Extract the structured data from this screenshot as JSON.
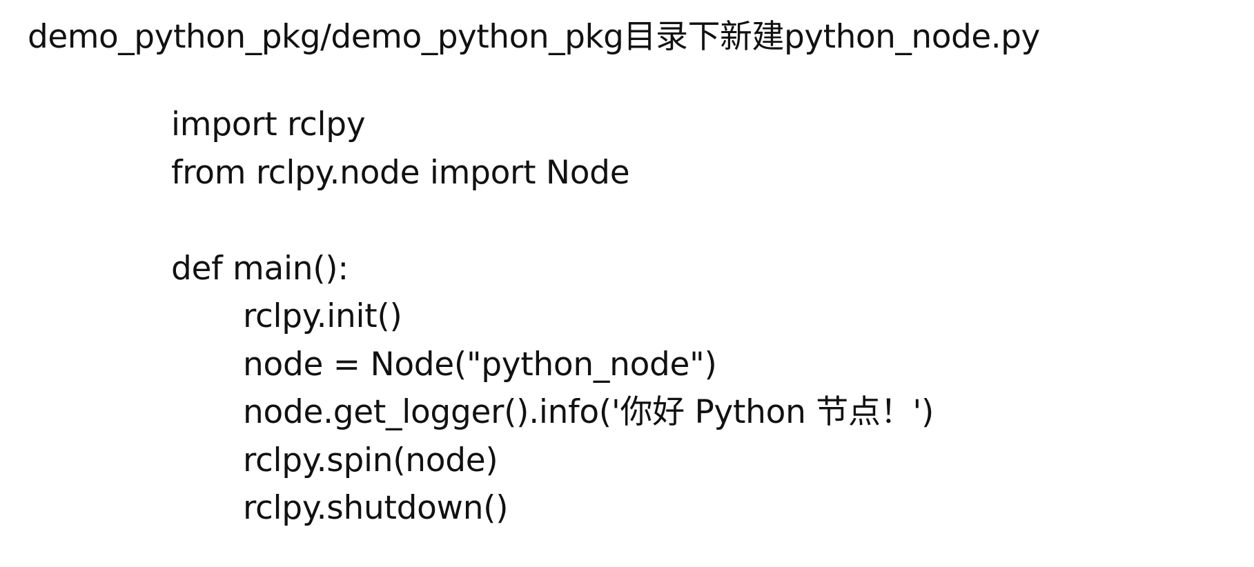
{
  "document": {
    "heading": "demo_python_pkg/demo_python_pkg目录下新建python_node.py",
    "code_lines": [
      "import rclpy",
      "from rclpy.node import Node",
      "",
      "def main():",
      "rclpy.init()",
      "node = Node(\"python_node\")",
      "node.get_logger().info('你好 Python 节点！')",
      "rclpy.spin(node)",
      "rclpy.shutdown()"
    ]
  }
}
